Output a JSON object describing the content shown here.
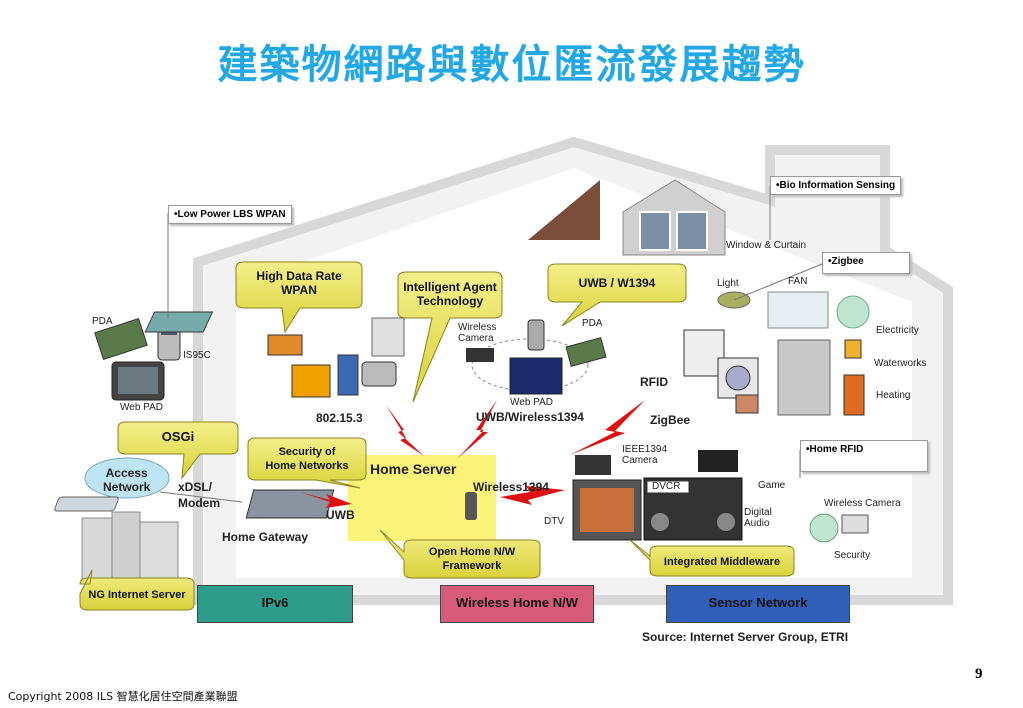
{
  "title": "建築物網路與數位匯流發展趨勢",
  "boxes": {
    "low_power": "•Low Power LBS   WPAN",
    "bio": "•Bio Information Sensing",
    "zigbee": "•Zigbee",
    "home_rfid": "•Home RFID"
  },
  "callouts": {
    "high_data_1": "High Data Rate",
    "high_data_2": "WPAN",
    "agent_1": "Intelligent Agent",
    "agent_2": "Technology",
    "uwb_w1394": "UWB / W1394",
    "osgi": "OSGi",
    "security_1": "Security of",
    "security_2": "Home Networks",
    "open_home_1": "Open Home N/W",
    "open_home_2": "Framework",
    "middleware": "Integrated Middleware",
    "ng_server": "NG Internet Server"
  },
  "labels": {
    "pda_left": "PDA",
    "is95c": "IS95C",
    "web_pad_left": "Web PAD",
    "access_1": "Access",
    "access_2": "Network",
    "xdsl_1": "xDSL/",
    "xdsl_2": "Modem",
    "uwb_left": "UWB",
    "home_gateway": "Home Gateway",
    "home_server": "Home Server",
    "wireless1394": "Wireless1394",
    "std_80215": "802.15.3",
    "wireless_camera_top_1": "Wireless",
    "wireless_camera_top_2": "Camera",
    "pda_center": "PDA",
    "web_pad_center": "Web PAD",
    "uwb_wireless1394": "UWB/Wireless1394",
    "rfid": "RFID",
    "zigbee_label": "ZigBee",
    "window_curtain": "Window & Curtain",
    "light": "Light",
    "fan": "FAN",
    "electricity": "Electricity",
    "waterworks": "Waterworks",
    "heating": "Heating",
    "ieee1394_1": "IEEE1394",
    "ieee1394_2": "Camera",
    "dvcr": "DVCR",
    "game": "Game",
    "dtv": "DTV",
    "digital_1": "Digital",
    "digital_2": "Audio",
    "wireless_camera_right": "Wireless Camera",
    "security": "Security"
  },
  "bars": {
    "ipv6": "IPv6",
    "wireless_home": "Wireless Home N/W",
    "sensor": "Sensor Network"
  },
  "source": "Source: Internet Server Group, ETRI",
  "page_number": "9",
  "copyright": "Copyright 2008 ILS 智慧化居住空間產業聯盟",
  "colors": {
    "title": "#22a8e6",
    "callout_fill": "#e8e25a",
    "home_server_fill": "#fbf27a",
    "ipv6_bar": "#2e9c8a",
    "wireless_bar": "#d85a7a",
    "sensor_bar": "#2f5fb8",
    "lightning": "#e01010"
  }
}
